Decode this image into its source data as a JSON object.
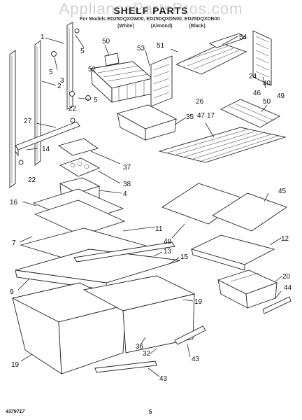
{
  "header": {
    "watermark": "AppliancePartsPros.com",
    "title": "SHELF PARTS",
    "models": "For Models ED25DQXDW00, ED25DQXDN00, ED25DQXDB00",
    "colors": [
      "(White)",
      "(Almond)",
      "(Black)"
    ]
  },
  "footer": {
    "doc_number": "4379717",
    "page_number": "5"
  },
  "callouts": [
    "1",
    "2",
    "3",
    "5",
    "5",
    "5",
    "7",
    "9",
    "11",
    "12",
    "13",
    "14",
    "15",
    "16",
    "17",
    "19",
    "19",
    "20",
    "22",
    "22",
    "24",
    "26",
    "27",
    "32",
    "35",
    "36",
    "37",
    "38",
    "4",
    "40",
    "43",
    "43",
    "44",
    "45",
    "46",
    "47",
    "48",
    "49",
    "50",
    "50",
    "51",
    "52",
    "53",
    "54"
  ]
}
